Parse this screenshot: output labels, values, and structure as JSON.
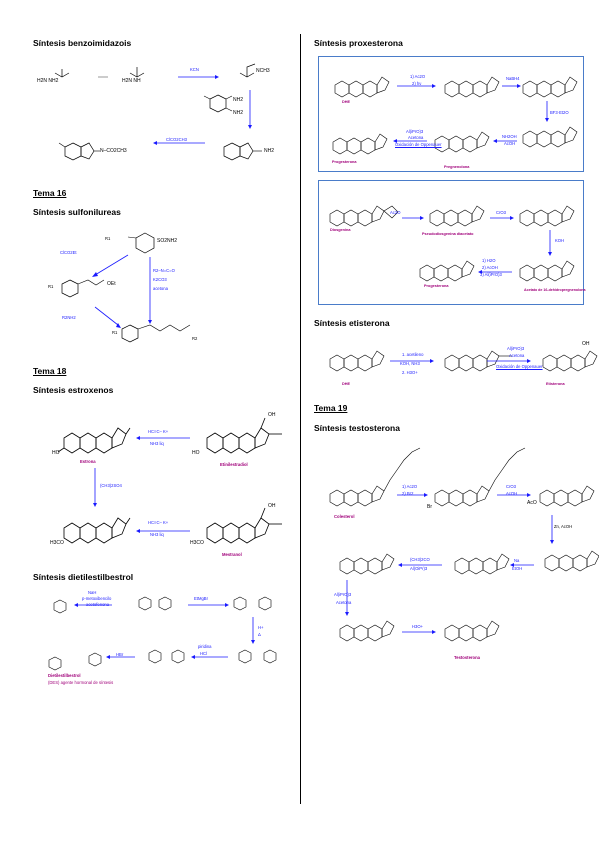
{
  "left": {
    "benzo": {
      "title": "Síntesis benzoimidazois",
      "reagent1": "KCN",
      "reagent2": "ClCO2CH3",
      "f_urea": "H2N  NH2",
      "f_thio": "H2N  NH",
      "f_iso": "NCH3",
      "f_diam": "NH2",
      "f_prod": "N–CO2CH3",
      "f_nh2": "NH2"
    },
    "tema16": {
      "title": "Tema 16",
      "subtitle": "Síntesis sulfonilureas",
      "reagent1": "ClCO2Et",
      "reagent2": "R2–N=C=O",
      "reagent3": "K2CO3",
      "reagent4": "acetona",
      "reagent5": "R2NH2",
      "f_so2": "SO2NH2",
      "f_oet": "OEt",
      "f_r1": "R1",
      "f_r2": "R2"
    },
    "tema18": {
      "title": "Tema 18",
      "subtitle": "Síntesis estroxenos",
      "reagent1a": "HC≡C– K+",
      "reagent1b": "NH3 liq",
      "reagent2": "(CH3)2SO4",
      "reagent3a": "HC≡C– K+",
      "reagent3b": "NH3 liq",
      "c_estrona": "Estrona",
      "c_etinil": "Etinilestradiol",
      "c_mestranol": "Mestranol",
      "f_oh": "OH",
      "f_ho": "HO",
      "f_meo": "H3CO"
    },
    "dietil": {
      "title": "Síntesis dietilestilbestrol",
      "r1a": "NaH",
      "r1b": "p-metoxibencilo",
      "r1c": "acetofenona",
      "r2": "EtMgBr",
      "r3a": "H+",
      "r3b": "Δ",
      "r4a": "piridina",
      "r4b": "HCl",
      "r5": "HBr",
      "c_product": "Dietilestilbestrol",
      "c_note": "(DES) agente hormonal de síntesis"
    }
  },
  "right": {
    "proxe": {
      "title": "Síntesis proxesterona",
      "b1r1a": "1) Ac2O",
      "b1r1b": "2) hν",
      "b1r2": "NaBH4",
      "b1r3": "BF3·Et2O",
      "b1r4a": "NH2OH",
      "b1r4b": "AcOH",
      "b1r5a": "Al(iPrO)3",
      "b1r5b": "Acetona",
      "b1r5c": "Oxidación de Oppenauer",
      "c_dhe": "DHE",
      "c_proge": "Progesterona",
      "c_pregnen": "Pregnenolona",
      "b2r1": "Ac2O",
      "b2r2": "CrO3",
      "b2r3": "KOH",
      "b2r4a": "1) H2O",
      "b2r4b": "2) AcOH",
      "b2r4c": "3) Al(iPrO)3",
      "c_diosgen": "Diosgenina",
      "c_dienol": "Pseudodiosgenina diacetato",
      "c_acet": "Acetato de 16-dehidropregnenolona",
      "c_prog2": "Progesterona"
    },
    "etist": {
      "title": "Síntesis etisterona",
      "r1a": "1. acetileno",
      "r1b": "KOH, NH3",
      "r1c": "2. H3O+",
      "r2a": "Al(iPrO)3",
      "r2b": "Acetona",
      "r2c": "Oxidación de Oppenauer",
      "c_dhe": "DHE",
      "c_etis": "Etisterona",
      "f_oh": "OH"
    },
    "tema19": {
      "title": "Tema 19",
      "subtitle": "Síntesis testosterona",
      "r1a": "1) Ac2O",
      "r1b": "2) Br2",
      "r2a": "CrO3",
      "r2b": "AcOH",
      "r3": "Zn, AcOH",
      "r4a": "Na",
      "r4b": "EtOH",
      "r5a": "(CH3)2CO",
      "r5b": "Al(OiPr)3",
      "r6a": "Al(iPrO)3",
      "r6b": "Acetona",
      "r7": "H3O+",
      "c_col": "Colesterol",
      "c_test": "Testosterona",
      "f_br": "Br",
      "f_aco": "AcO"
    }
  }
}
